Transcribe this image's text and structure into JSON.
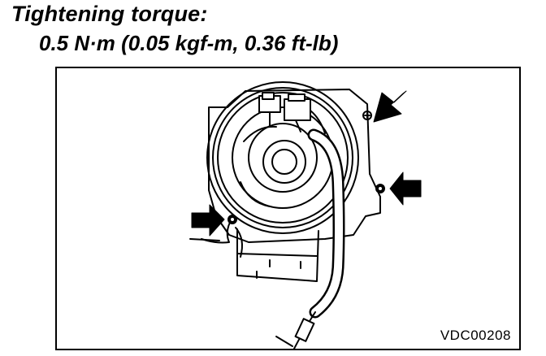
{
  "heading": {
    "title": "Tightening torque:",
    "value": "0.5 N·m (0.05 kgf-m, 0.36 ft-lb)"
  },
  "figure": {
    "code": "VDC00208",
    "icons": [
      "motor-assembly-drawing",
      "screw-icon",
      "arrow-icon"
    ],
    "colors": {
      "ink": "#000000",
      "paper": "#ffffff"
    }
  }
}
